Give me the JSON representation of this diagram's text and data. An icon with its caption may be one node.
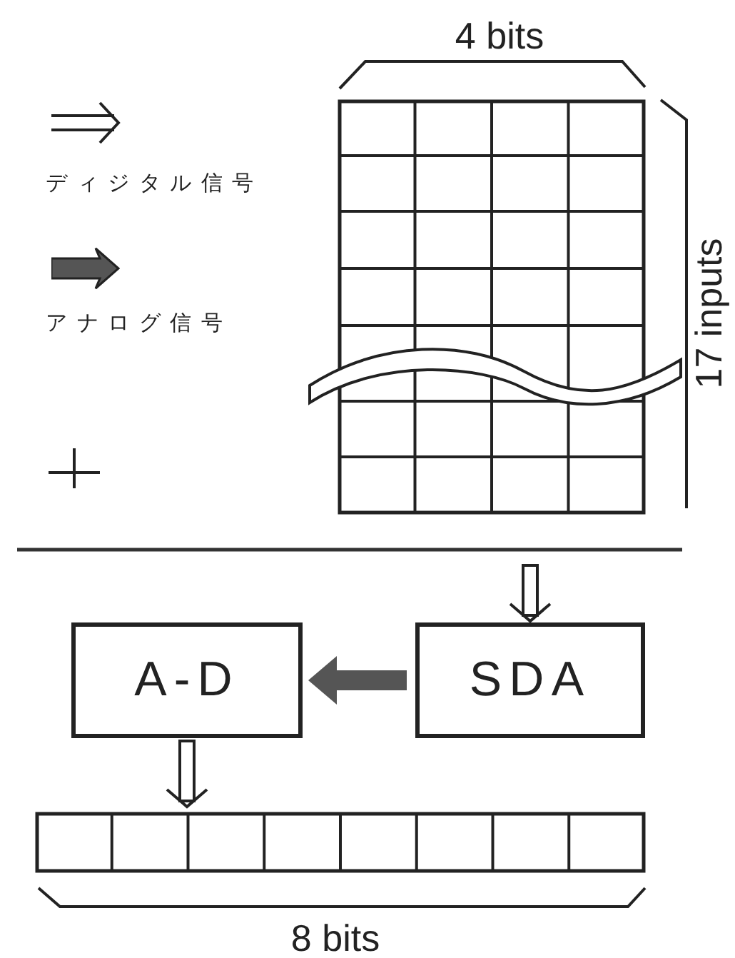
{
  "diagram": {
    "nodes": [
      {
        "text": [],
        "shape": "box"
      },
      {
        "text": [
          "SDA"
        ]
      },
      {
        "text": [
          "A-D"
        ]
      },
      {
        "text": [],
        "shape": "box"
      }
    ],
    "edges": [
      {
        "from": null,
        "to": 1,
        "arrow": "to"
      },
      {
        "from": 1,
        "to": 2,
        "arrow": "to",
        "style": "thick"
      },
      {
        "from": 2,
        "to": 3,
        "arrow": "to"
      }
    ],
    "labels": [
      "4 bits",
      "17 inputs",
      "8 bits"
    ],
    "legend": [
      {
        "text": "ディジタル信号"
      },
      {
        "text": "アナログ信号"
      }
    ]
  }
}
